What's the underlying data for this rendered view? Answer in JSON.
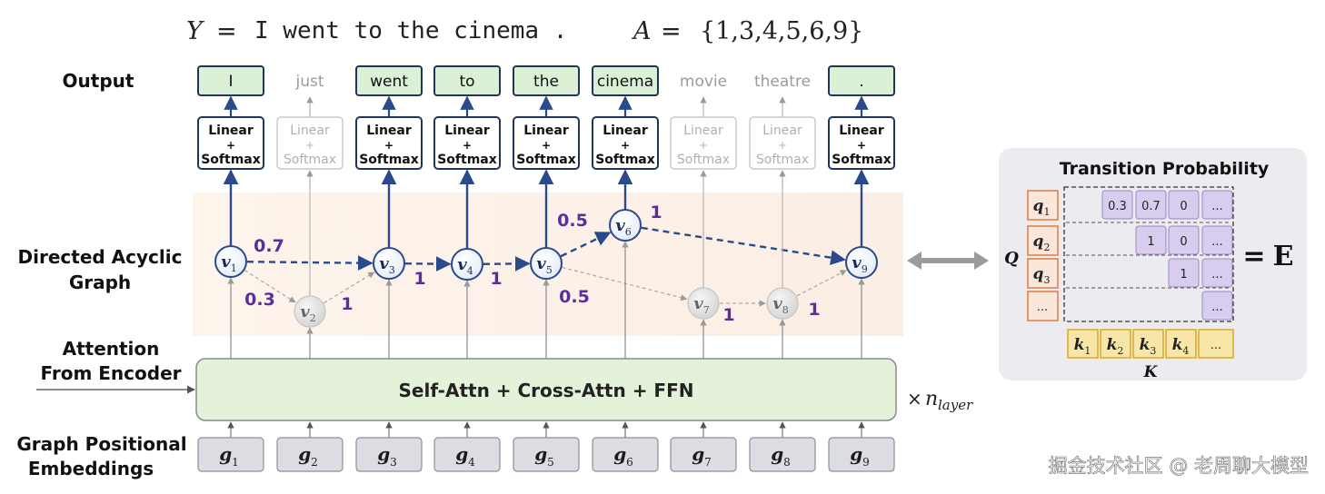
{
  "header": {
    "y_label": "Y",
    "y_eq": "=",
    "y_text": "I went to the cinema .",
    "a_label": "A",
    "a_eq": "=",
    "a_text": "{1,3,4,5,6,9}"
  },
  "labels": {
    "output": "Output",
    "dag": "Directed Acyclic Graph",
    "dag_line1": "Directed Acyclic",
    "dag_line2": "Graph",
    "attn_line1": "Attention",
    "attn_line2": "From Encoder",
    "gpe_line1": "Graph Positional",
    "gpe_line2": "Embeddings"
  },
  "outputs": [
    {
      "word": "I",
      "active": true
    },
    {
      "word": "just",
      "active": false
    },
    {
      "word": "went",
      "active": true
    },
    {
      "word": "to",
      "active": true
    },
    {
      "word": "the",
      "active": true
    },
    {
      "word": "cinema",
      "active": true
    },
    {
      "word": "movie",
      "active": false
    },
    {
      "word": "theatre",
      "active": false
    },
    {
      "word": ".",
      "active": true
    }
  ],
  "linear_softmax": {
    "line1": "Linear",
    "line2": "+",
    "line3": "Softmax"
  },
  "vertices": [
    {
      "base": "v",
      "sub": "1",
      "active": true
    },
    {
      "base": "v",
      "sub": "2",
      "active": false
    },
    {
      "base": "v",
      "sub": "3",
      "active": true
    },
    {
      "base": "v",
      "sub": "4",
      "active": true
    },
    {
      "base": "v",
      "sub": "5",
      "active": true
    },
    {
      "base": "v",
      "sub": "6",
      "active": true
    },
    {
      "base": "v",
      "sub": "7",
      "active": false
    },
    {
      "base": "v",
      "sub": "8",
      "active": false
    },
    {
      "base": "v",
      "sub": "9",
      "active": true
    }
  ],
  "edge_labels": [
    {
      "text": "0.7",
      "slot": "v1-v3"
    },
    {
      "text": "0.3",
      "slot": "v1-v2"
    },
    {
      "text": "1",
      "slot": "v2-v3"
    },
    {
      "text": "1",
      "slot": "v3-v4"
    },
    {
      "text": "1",
      "slot": "v4-v5"
    },
    {
      "text": "0.5",
      "slot": "v5-v6"
    },
    {
      "text": "0.5",
      "slot": "v5-v7"
    },
    {
      "text": "1",
      "slot": "v6-v9"
    },
    {
      "text": "1",
      "slot": "v7-v8"
    },
    {
      "text": "1",
      "slot": "v8-v9"
    }
  ],
  "decoder": {
    "label": "Self-Attn + Cross-Attn + FFN",
    "times": "×",
    "n": "n",
    "n_sub": "layer"
  },
  "positional": [
    {
      "base": "g",
      "sub": "1"
    },
    {
      "base": "g",
      "sub": "2"
    },
    {
      "base": "g",
      "sub": "3"
    },
    {
      "base": "g",
      "sub": "4"
    },
    {
      "base": "g",
      "sub": "5"
    },
    {
      "base": "g",
      "sub": "6"
    },
    {
      "base": "g",
      "sub": "7"
    },
    {
      "base": "g",
      "sub": "8"
    },
    {
      "base": "g",
      "sub": "9"
    }
  ],
  "transition": {
    "title": "Transition Probability",
    "q_label": "Q",
    "k_label": "K",
    "equals": "=",
    "e_label": "E",
    "queries": [
      {
        "base": "q",
        "sub": "1"
      },
      {
        "base": "q",
        "sub": "2"
      },
      {
        "base": "q",
        "sub": "3"
      },
      {
        "base": "...",
        "sub": ""
      }
    ],
    "keys": [
      {
        "base": "k",
        "sub": "1"
      },
      {
        "base": "k",
        "sub": "2"
      },
      {
        "base": "k",
        "sub": "3"
      },
      {
        "base": "k",
        "sub": "4"
      },
      {
        "base": "...",
        "sub": ""
      }
    ],
    "matrix_rows": [
      [
        "0.3",
        "0.7",
        "0",
        "..."
      ],
      [
        "1",
        "0",
        "..."
      ],
      [
        "1",
        "..."
      ],
      [
        "..."
      ]
    ]
  },
  "watermark": "掘金技术社区 @ 老周聊大模型",
  "colors": {
    "accent_blue": "#2a4a8c",
    "edge_purple": "#5b2e99",
    "output_green": "#dcf0d5",
    "matrix_purple": "#d8cdef",
    "query_orange": "#e07a3c",
    "key_yellow": "#f7e6a6",
    "dag_band": "#fdf1e8"
  }
}
